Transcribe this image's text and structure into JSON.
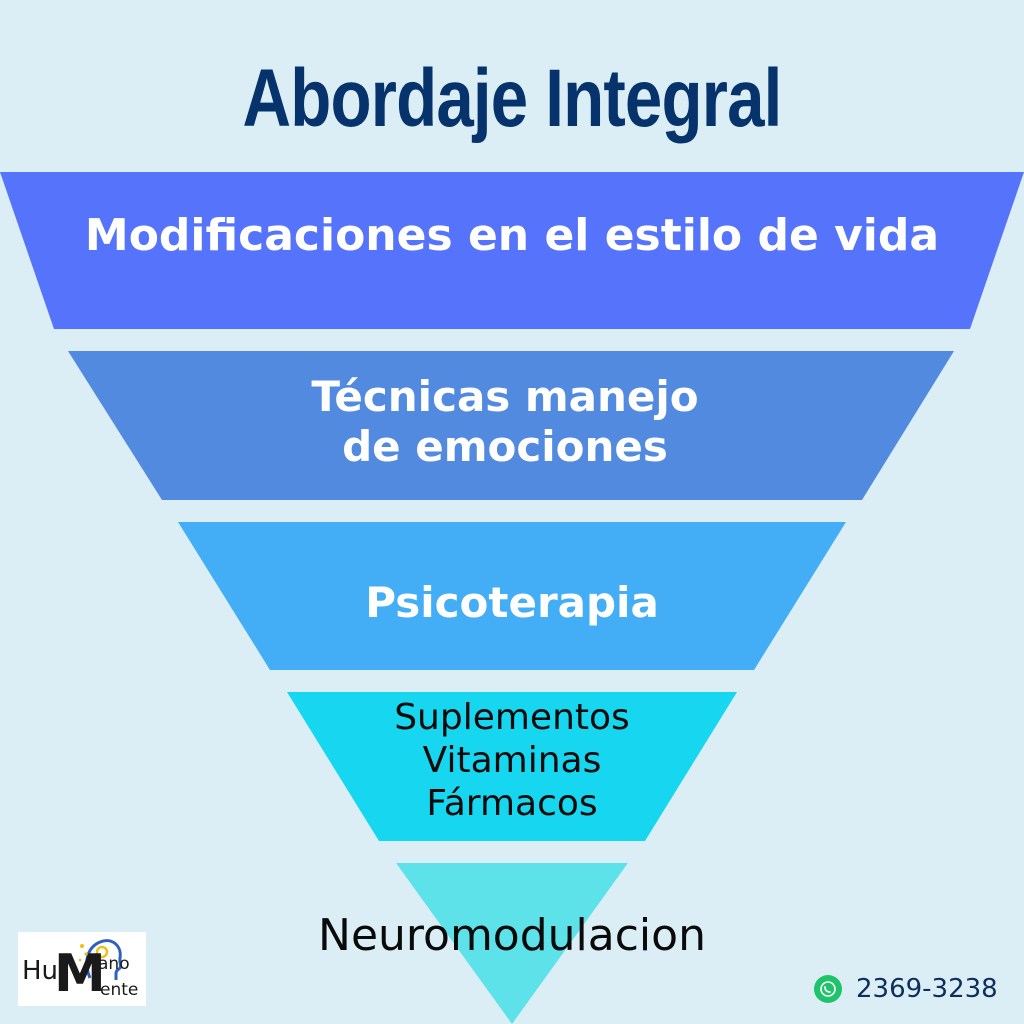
{
  "title": "Abordaje Integral",
  "tiers": [
    {
      "label": "Modificaciones en el estilo de vida",
      "fill": "#5574fb",
      "text_color": "#ffffff"
    },
    {
      "label": "Técnicas manejo\n de emociones",
      "fill": "#528ae0",
      "text_color": "#ffffff"
    },
    {
      "label": "Psicoterapia",
      "fill": "#43aef5",
      "text_color": "#ffffff"
    },
    {
      "label": "Suplementos\nVitaminas\nFármacos",
      "fill": "#16d6f0",
      "text_color": "#0a0a0a"
    },
    {
      "label": "Neuromodulacion",
      "fill": "#5ee2ea",
      "text_color": "#0a0a0a"
    }
  ],
  "logo": {
    "hu": "Hu",
    "m": "M",
    "ano": "ano",
    "ente": "ente"
  },
  "contact": {
    "phone": "2369-3238",
    "icon": "whatsapp-icon",
    "icon_color": "#1fc46a"
  },
  "colors": {
    "background": "#dbeef5",
    "title": "#06336b"
  }
}
